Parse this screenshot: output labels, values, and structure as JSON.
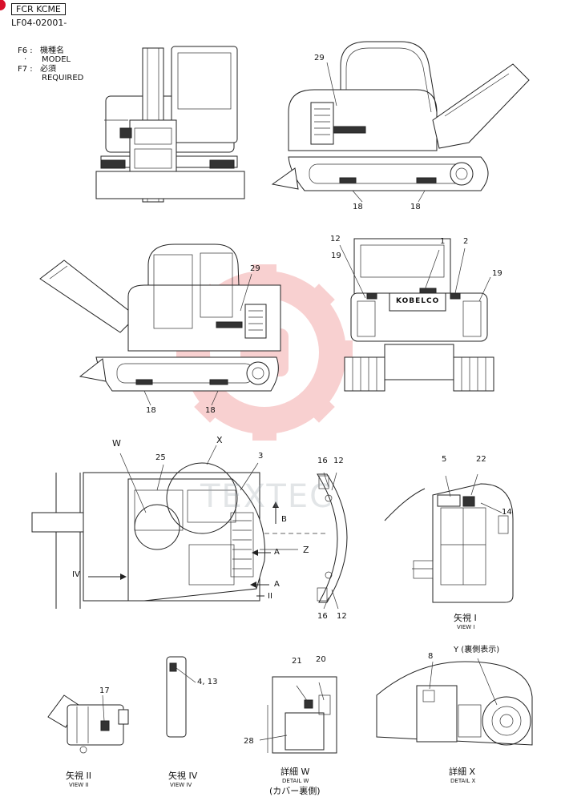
{
  "header": {
    "model_box": "FCR KCME",
    "part_code": "LF04-02001-"
  },
  "legend": {
    "f6_key": "F6 :",
    "f6_jp": "機種名",
    "f6_dot": "·",
    "f6_en": "MODEL",
    "f7_key": "F7 :",
    "f7_jp": "必須",
    "f7_en": "REQUIRED"
  },
  "watermark": {
    "text": "TEXTEC"
  },
  "labels": {
    "l29a": "29",
    "l18a": "18",
    "l18b": "18",
    "l29b": "29",
    "l18c": "18",
    "l18d": "18",
    "l12a": "12",
    "l19a": "19",
    "l1": "1",
    "l2": "2",
    "l19b": "19",
    "brand": "KOBELCO",
    "lW": "W",
    "lX": "X",
    "l25": "25",
    "l3": "3",
    "lB": "B",
    "lZ": "Z",
    "lA1": "A",
    "lA2": "A",
    "lII": "II",
    "lIV": "IV",
    "l16a": "16",
    "l12b": "12",
    "l16b": "16",
    "l12c": "12",
    "l5": "5",
    "l22": "22",
    "l14": "14",
    "l17": "17",
    "l413": "4, 13",
    "l21": "21",
    "l20": "20",
    "l28": "28",
    "l8": "8",
    "lY": "Y (裏側表示)"
  },
  "captions": {
    "view1_jp": "矢視 I",
    "view1_en": "VIEW I",
    "view2_jp": "矢視 II",
    "view2_en": "VIEW II",
    "view4_jp": "矢視 IV",
    "view4_en": "VIEW IV",
    "detw_jp": "詳細 W",
    "detw_en": "DETAIL W",
    "detw_note": "(カバー裏側)",
    "detx_jp": "詳細 X",
    "detx_en": "DETAIL X"
  }
}
